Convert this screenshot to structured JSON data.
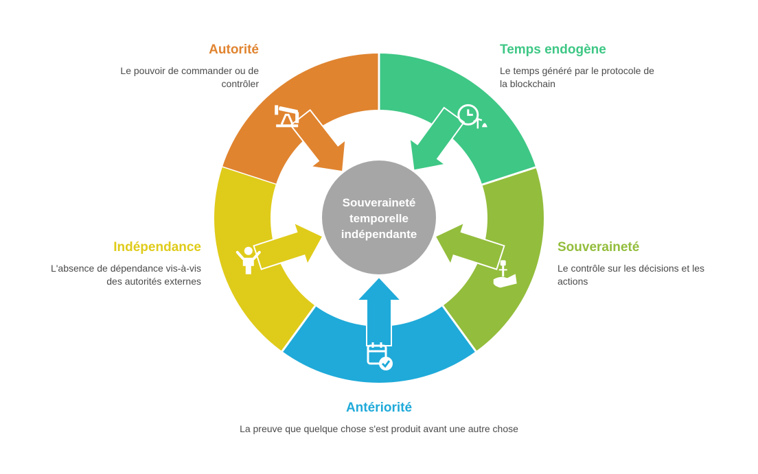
{
  "center": {
    "lines": [
      "Souveraineté",
      "temporelle",
      "indépendante"
    ],
    "color": "#a6a6a6"
  },
  "segments": [
    {
      "id": "autorite",
      "title": "Autorité",
      "description": "Le pouvoir de commander ou de contrôler",
      "color": "#e08430",
      "icon": "oil-pump-icon"
    },
    {
      "id": "temps-endogene",
      "title": "Temps endogène",
      "description": "Le temps généré par le protocole de la blockchain",
      "color": "#3ec785",
      "icon": "clock-plant-icon"
    },
    {
      "id": "souverainete",
      "title": "Souveraineté",
      "description": "Le contrôle sur les décisions et les actions",
      "color": "#93bd3c",
      "icon": "hand-scepter-icon"
    },
    {
      "id": "anteriorite",
      "title": "Antériorité",
      "description": "La preuve que quelque chose s'est produit avant une autre chose",
      "color": "#1faad9",
      "icon": "calendar-check-icon"
    },
    {
      "id": "independance",
      "title": "Indépendance",
      "description": "L'absence de dépendance vis-à-vis des autorités externes",
      "color": "#dfcb1a",
      "icon": "child-icon"
    }
  ]
}
